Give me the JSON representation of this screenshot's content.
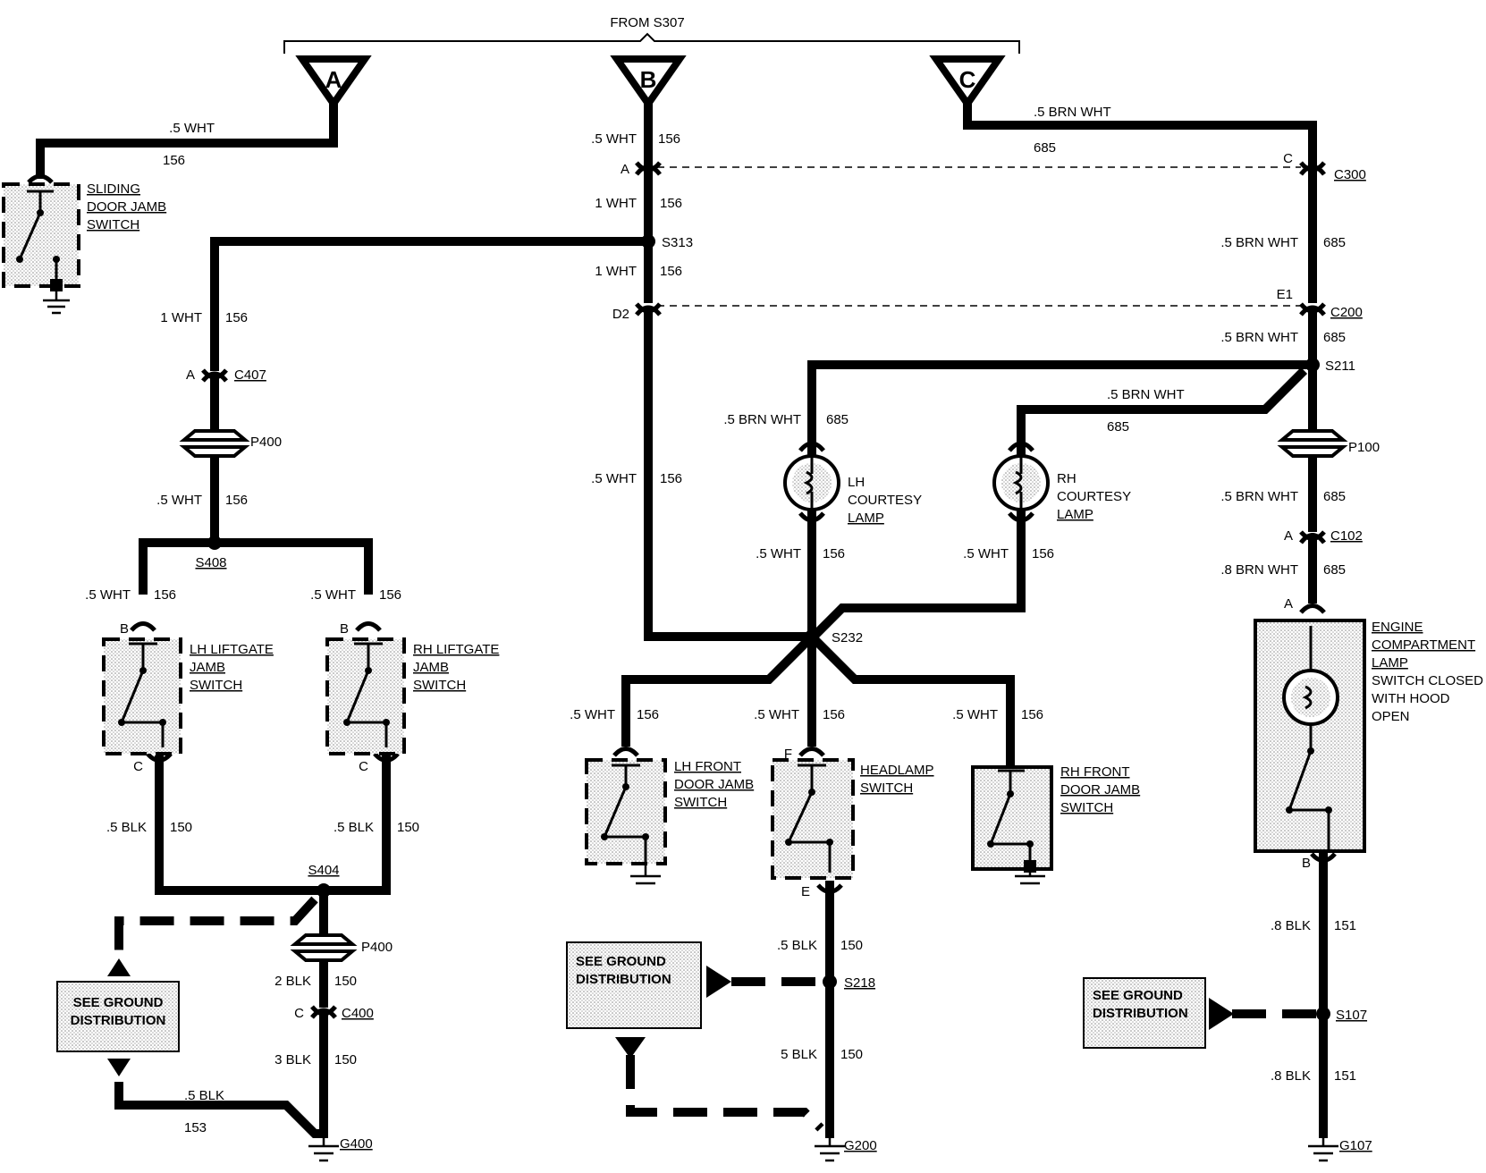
{
  "source_label": "FROM S307",
  "terminals": [
    "A",
    "B",
    "C"
  ],
  "wires": {
    "w_a_top": ".5 WHT",
    "w_a_top_num": "156",
    "w_b_top": ".5 WHT",
    "w_b_top_num": "156",
    "w_b_mid1": "1 WHT",
    "w_b_mid1_num": "156",
    "w_b_mid2": "1 WHT",
    "w_b_mid2_num": "156",
    "w_b_low": ".5 WHT",
    "w_b_low_num": "156",
    "w_c_top": ".5 BRN WHT",
    "w_c_top_num": "685",
    "w_c_mid": ".5 BRN WHT",
    "w_c_mid_num": "685",
    "w_c_s211": ".5 BRN WHT",
    "w_c_s211_num": "685",
    "w_c_rh": ".5 BRN WHT",
    "w_c_rh_num": "685",
    "w_c_lh": ".5 BRN WHT",
    "w_c_lh_num": "685",
    "w_c_p100": ".5 BRN WHT",
    "w_c_p100_num": "685",
    "w_c_c102": ".8 BRN WHT",
    "w_c_c102_num": "685",
    "w_left_1wht": "1 WHT",
    "w_left_1wht_num": "156",
    "w_left_p400": ".5 WHT",
    "w_left_p400_num": "156",
    "w_lh_lift": ".5 WHT",
    "w_lh_lift_num": "156",
    "w_rh_lift": ".5 WHT",
    "w_rh_lift_num": "156",
    "w_lh_lift_blk": ".5 BLK",
    "w_lh_lift_blk_num": "150",
    "w_rh_lift_blk": ".5 BLK",
    "w_rh_lift_blk_num": "150",
    "w_2blk": "2 BLK",
    "w_2blk_num": "150",
    "w_3blk": "3 BLK",
    "w_3blk_num": "150",
    "w_153": ".5 BLK",
    "w_153_num": "153",
    "w_lhcourt": ".5 WHT",
    "w_lhcourt_num": "156",
    "w_rhcourt": ".5 WHT",
    "w_rhcourt_num": "156",
    "w_lhfront": ".5 WHT",
    "w_lhfront_num": "156",
    "w_head": ".5 WHT",
    "w_head_num": "156",
    "w_rhfront": ".5 WHT",
    "w_rhfront_num": "156",
    "w_head_blk": ".5 BLK",
    "w_head_blk_num": "150",
    "w_5blk": "5 BLK",
    "w_5blk_num": "150",
    "w_eng_blk1": ".8 BLK",
    "w_eng_blk1_num": "151",
    "w_eng_blk2": ".8 BLK",
    "w_eng_blk2_num": "151"
  },
  "connectors": {
    "c300": "C300",
    "c300_pin": "C",
    "c200": "C200",
    "c200_pin": "E1",
    "b_pin_a": "A",
    "b_pin_d2": "D2",
    "c407": "C407",
    "c407_pin": "A",
    "p400": "P400",
    "p400b": "P400",
    "c400": "C400",
    "c400_pin": "C",
    "p100": "P100",
    "c102": "C102",
    "c102_pin": "A",
    "eng_pin_a": "A",
    "eng_pin_b": "B",
    "lh_lift_b": "B",
    "lh_lift_c": "C",
    "rh_lift_b": "B",
    "rh_lift_c": "C",
    "head_f": "F",
    "head_e": "E"
  },
  "splices": {
    "s313": "S313",
    "s408": "S408",
    "s404": "S404",
    "s211": "S211",
    "s232": "S232",
    "s218": "S218",
    "s107": "S107"
  },
  "grounds": {
    "g400": "G400",
    "g200": "G200",
    "g107": "G107"
  },
  "components": {
    "sliding": [
      "SLIDING",
      "DOOR JAMB",
      "SWITCH"
    ],
    "lh_lift": [
      "LH LIFTGATE",
      "JAMB",
      "SWITCH"
    ],
    "rh_lift": [
      "RH LIFTGATE",
      "JAMB",
      "SWITCH"
    ],
    "lh_court": [
      "LH",
      "COURTESY",
      "LAMP"
    ],
    "rh_court": [
      "RH",
      "COURTESY",
      "LAMP"
    ],
    "lh_front": [
      "LH FRONT",
      "DOOR JAMB",
      "SWITCH"
    ],
    "headlamp": [
      "HEADLAMP",
      "SWITCH"
    ],
    "rh_front": [
      "RH FRONT",
      "DOOR JAMB",
      "SWITCH"
    ],
    "engine": [
      "ENGINE",
      "COMPARTMENT",
      "LAMP",
      "SWITCH CLOSED",
      "WITH HOOD",
      "OPEN"
    ]
  },
  "ground_dist": {
    "left": [
      "SEE GROUND",
      "DISTRIBUTION"
    ],
    "mid": [
      "SEE GROUND",
      "DISTRIBUTION"
    ],
    "right": [
      "SEE GROUND",
      "DISTRIBUTION"
    ]
  }
}
